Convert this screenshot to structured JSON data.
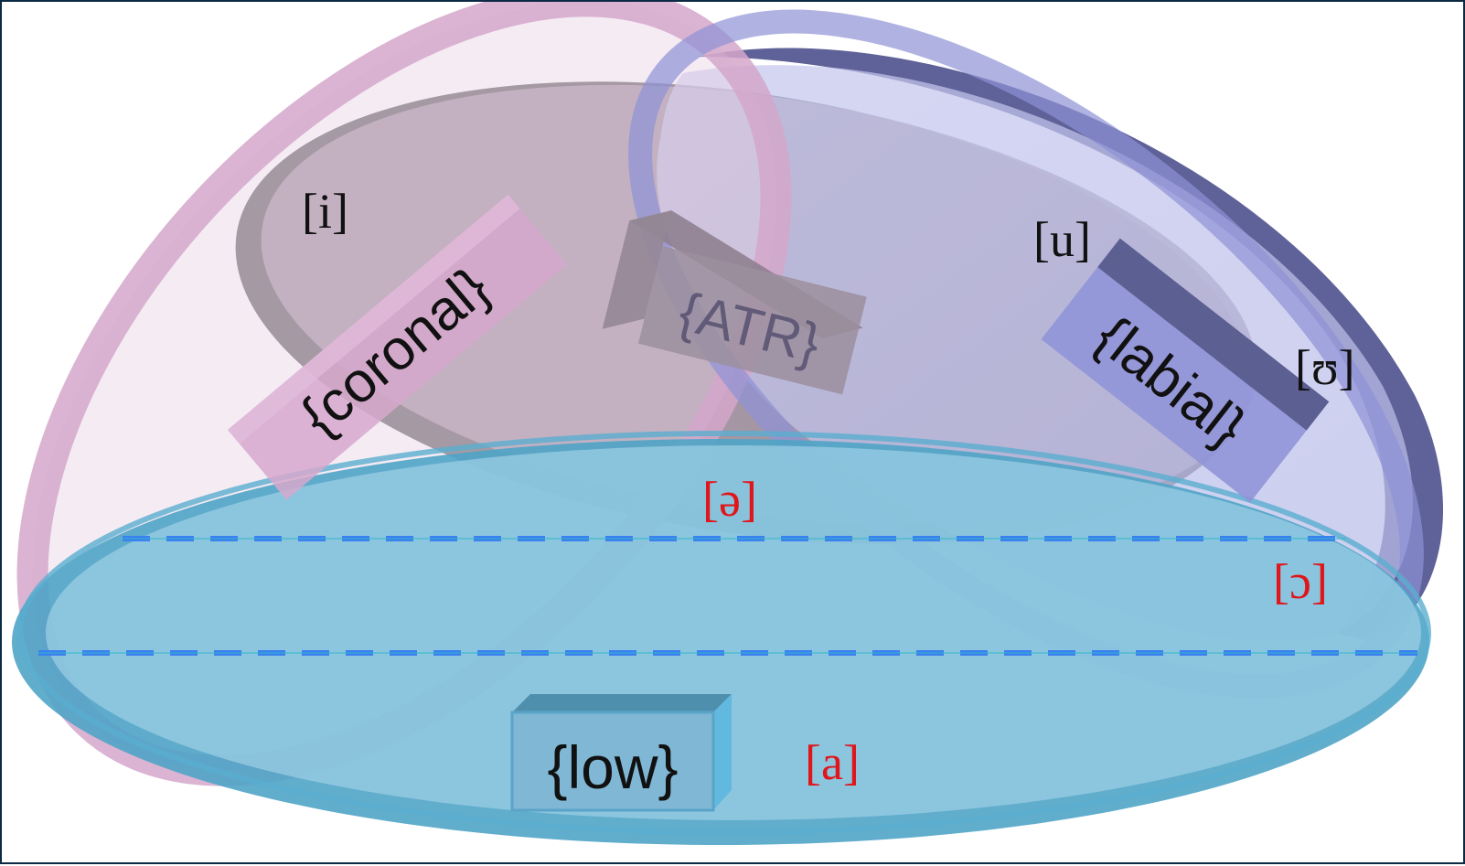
{
  "features": {
    "atr": "{ATR}",
    "coronal": "{coronal}",
    "labial": "{labial}",
    "low": "{low}"
  },
  "vowels": {
    "i": "[i]",
    "u": "[u]",
    "upsilon": "[ʊ]",
    "schwa": "[ə]",
    "open_o": "[ɔ]",
    "a": "[a]"
  },
  "colors": {
    "atr_region": "#a79aa8",
    "coronal_region": "#d8a8d0",
    "labial_region": "#9da0d8",
    "low_region": "#8fc6dd",
    "dashed_line": "#3b7ff0",
    "black_vowel_text": "#111111",
    "red_vowel_text": "#e0161b"
  }
}
